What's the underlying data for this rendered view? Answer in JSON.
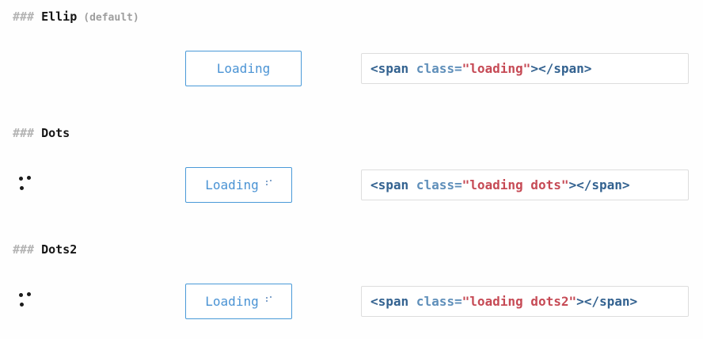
{
  "colors": {
    "accent_blue": "#4a93d4",
    "button_border_blue": "#4a9ad8",
    "code_tag_blue": "#336290",
    "code_attr_blue": "#5f8fba",
    "code_string_red": "#c64a55",
    "code_box_border": "#dddddd",
    "heading_hash_gray": "#b4b4b4",
    "heading_text": "#151515",
    "heading_suffix_gray": "#9e9e9e",
    "indicator_dot_dark": "#1b1b1b",
    "button_mini_dot_blue": "#5b87bb"
  },
  "sections": [
    {
      "heading": {
        "hashes": "###",
        "title": "Ellip",
        "suffix": "(default)"
      },
      "button": {
        "label": "Loading"
      },
      "code": {
        "open": "<span",
        "attr": " class=",
        "value": "\"loading\"",
        "close": "></span>"
      }
    },
    {
      "heading": {
        "hashes": "###",
        "title": "Dots"
      },
      "button": {
        "label": "Loading"
      },
      "code": {
        "open": "<span",
        "attr": " class=",
        "value": "\"loading dots\"",
        "close": "></span>"
      }
    },
    {
      "heading": {
        "hashes": "###",
        "title": "Dots2"
      },
      "button": {
        "label": "Loading"
      },
      "code": {
        "open": "<span",
        "attr": " class=",
        "value": "\"loading dots2\"",
        "close": "></span>"
      }
    }
  ]
}
